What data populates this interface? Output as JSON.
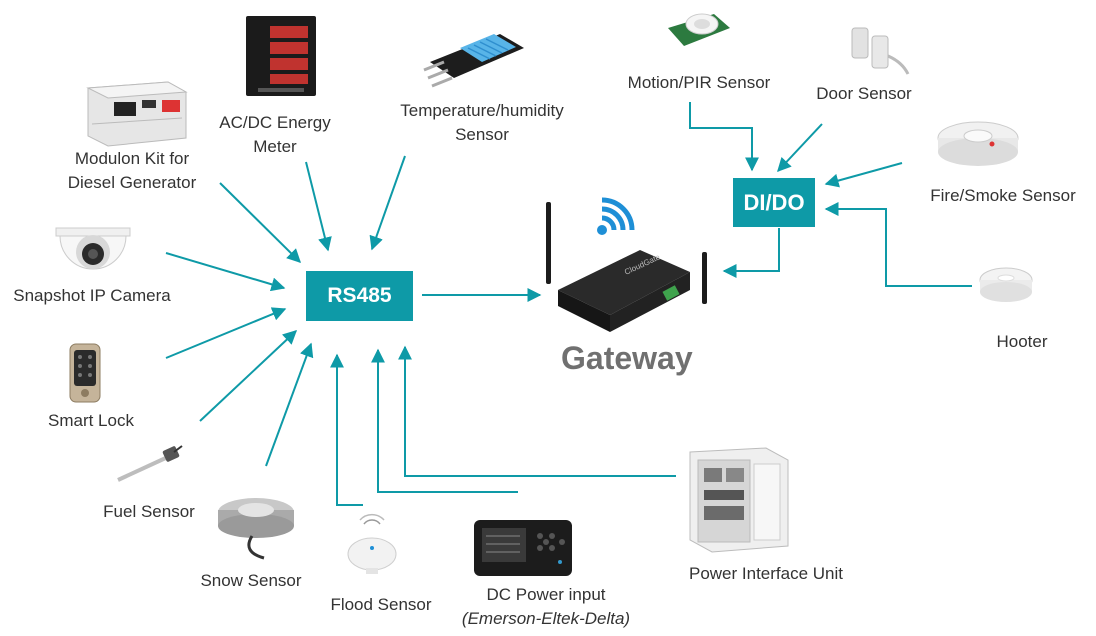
{
  "hubs": {
    "rs485": "RS485",
    "dido": "DI/DO"
  },
  "gateway": {
    "title": "Gateway",
    "brand": "CloudGate"
  },
  "sensors": {
    "modulon": [
      "Modulon Kit for",
      "Diesel Generator"
    ],
    "energy": [
      "AC/DC Energy",
      "Meter"
    ],
    "temperature": [
      "Temperature/humidity",
      "Sensor"
    ],
    "camera": "Snapshot IP Camera",
    "lock": "Smart Lock",
    "fuel": "Fuel Sensor",
    "snow": "Snow Sensor",
    "flood": "Flood Sensor",
    "dcpower": "DC Power input",
    "dcpower_sub": "(Emerson-Eltek-Delta)",
    "piu": "Power Interface Unit",
    "motion": "Motion/PIR Sensor",
    "door": "Door Sensor",
    "smoke": "Fire/Smoke Sensor",
    "hooter": "Hooter"
  },
  "colors": {
    "accent": "#0e9aa7",
    "wifi": "#1e8fd6",
    "title": "#707070"
  }
}
